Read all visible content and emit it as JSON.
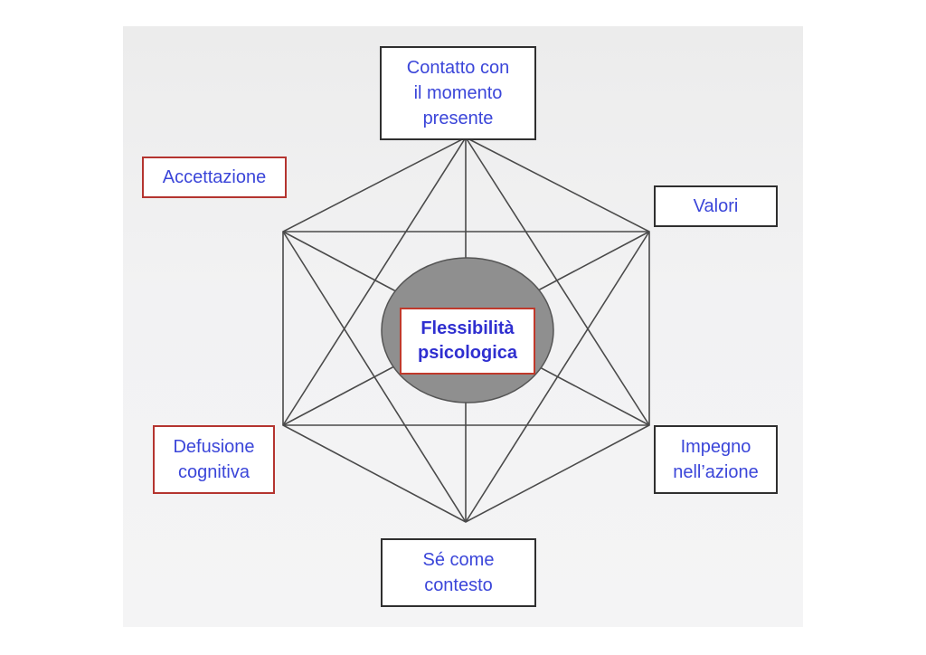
{
  "center": {
    "label": "Flessibilità\npsicologica"
  },
  "processes": {
    "top": "Contatto con\nil momento\npresente",
    "top_left": "Accettazione",
    "top_right": "Valori",
    "bottom_left": "Defusione\ncognitiva",
    "bottom_right": "Impegno\nnell’azione",
    "bottom": "Sé come\ncontesto"
  },
  "colors": {
    "label_text": "#3b46d9",
    "red_border": "#b4342f",
    "dark_border": "#2f2f2f",
    "ellipse_fill": "#8f8f8f",
    "lines": "#4a4a4a"
  }
}
